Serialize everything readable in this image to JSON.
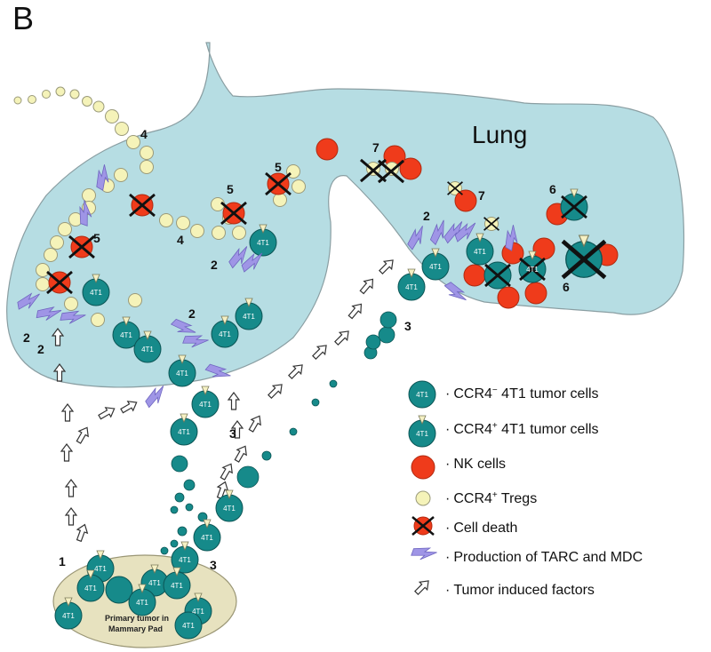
{
  "panel_letter": "B",
  "organ_label": "Lung",
  "primary_tumor_label": [
    "Primary tumor in",
    "Mammary Pad"
  ],
  "cell_text": "4T1",
  "colors": {
    "lung_fill": "#b6dde3",
    "tumor_teal": "#168a8a",
    "nk_red": "#ef3b1b",
    "treg_yellow": "#f5f3b9",
    "chemokine_purple": "#9f95e6",
    "pad_fill": "#e7e2bf"
  },
  "step_numbers": {
    "n1": "1",
    "n2": "2",
    "n3": "3",
    "n4": "4",
    "n5": "5",
    "n6": "6",
    "n7": "7"
  },
  "legend": [
    {
      "icon": "ccr4-neg-tumor-cell",
      "bullet": "·",
      "parts": [
        "CCR4",
        "−",
        " 4T1 tumor cells"
      ]
    },
    {
      "icon": "ccr4-pos-tumor-cell",
      "bullet": "·",
      "parts": [
        "CCR4",
        "+",
        " 4T1 tumor cells"
      ]
    },
    {
      "icon": "nk-cell",
      "bullet": "·",
      "parts": [
        "NK cells",
        "",
        ""
      ]
    },
    {
      "icon": "treg-cell",
      "bullet": "·",
      "parts": [
        "CCR4",
        "+",
        " Tregs"
      ]
    },
    {
      "icon": "cell-death",
      "bullet": "·",
      "parts": [
        "Cell death",
        "",
        ""
      ]
    },
    {
      "icon": "tarc-mdc-bolt",
      "bullet": "·",
      "parts": [
        "Production of TARC and MDC",
        "",
        ""
      ]
    },
    {
      "icon": "tumor-factor-arrow",
      "bullet": "·",
      "parts": [
        "Tumor induced factors",
        "",
        ""
      ]
    }
  ]
}
